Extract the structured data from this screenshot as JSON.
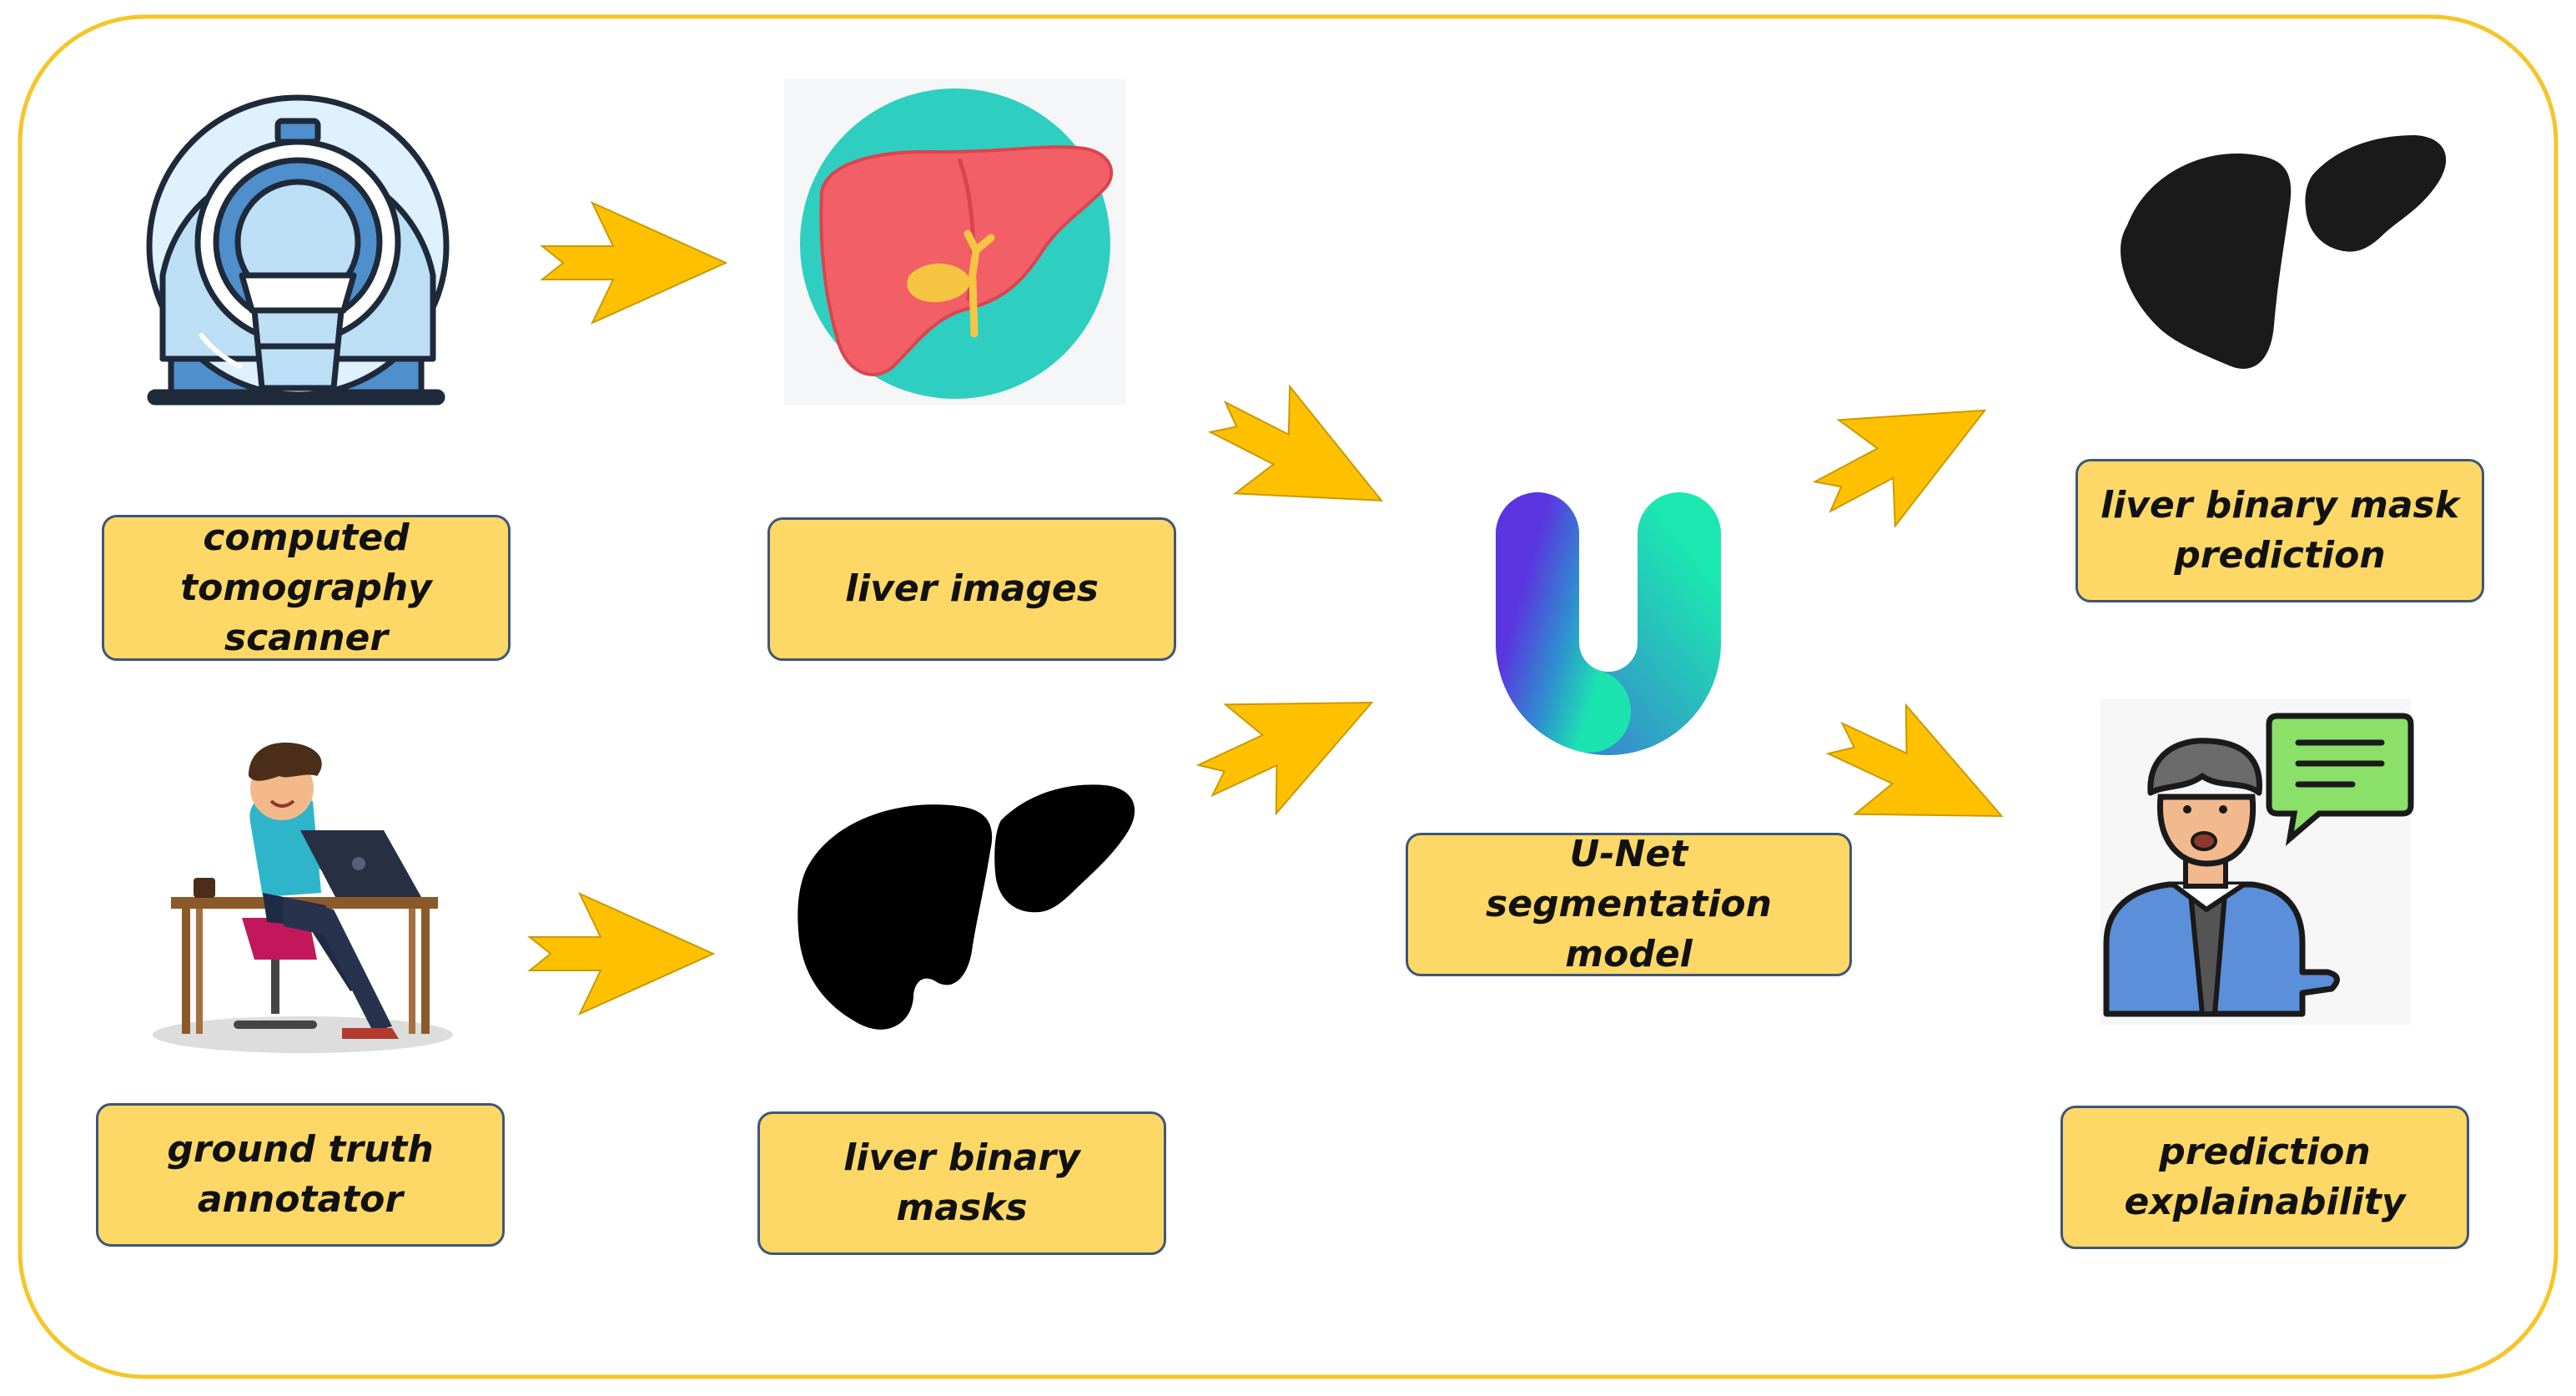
{
  "colors": {
    "frame": "#F5C62A",
    "arrow": "#FFC000",
    "label_fill": "#FDD866",
    "label_border": "#3E5678",
    "unet_gradient": [
      "#5A35E0",
      "#2F8FD0",
      "#1BE3B0"
    ]
  },
  "nodes": {
    "ct_scanner": {
      "label_lines": [
        "computed",
        "tomography",
        "scanner"
      ],
      "icon": "ct-scanner-icon"
    },
    "annotator": {
      "label_lines": [
        "ground truth",
        "annotator"
      ],
      "icon": "annotator-person-icon"
    },
    "liver_images": {
      "label_lines": [
        "liver images"
      ],
      "icon": "liver-color-icon"
    },
    "liver_masks": {
      "label_lines": [
        "liver binary masks"
      ],
      "icon": "liver-silhouette-icon"
    },
    "unet": {
      "label_lines": [
        "U-Net segmentation",
        "model"
      ],
      "icon": "unet-logo-icon"
    },
    "mask_prediction": {
      "label_lines": [
        "liver binary mask",
        "prediction"
      ],
      "icon": "liver-silhouette-icon"
    },
    "explainability": {
      "label_lines": [
        "prediction",
        "explainability"
      ],
      "icon": "explainer-person-icon"
    }
  },
  "edges": [
    {
      "from": "ct_scanner",
      "to": "liver_images"
    },
    {
      "from": "annotator",
      "to": "liver_masks"
    },
    {
      "from": "liver_images",
      "to": "unet"
    },
    {
      "from": "liver_masks",
      "to": "unet"
    },
    {
      "from": "unet",
      "to": "mask_prediction"
    },
    {
      "from": "unet",
      "to": "explainability"
    }
  ]
}
